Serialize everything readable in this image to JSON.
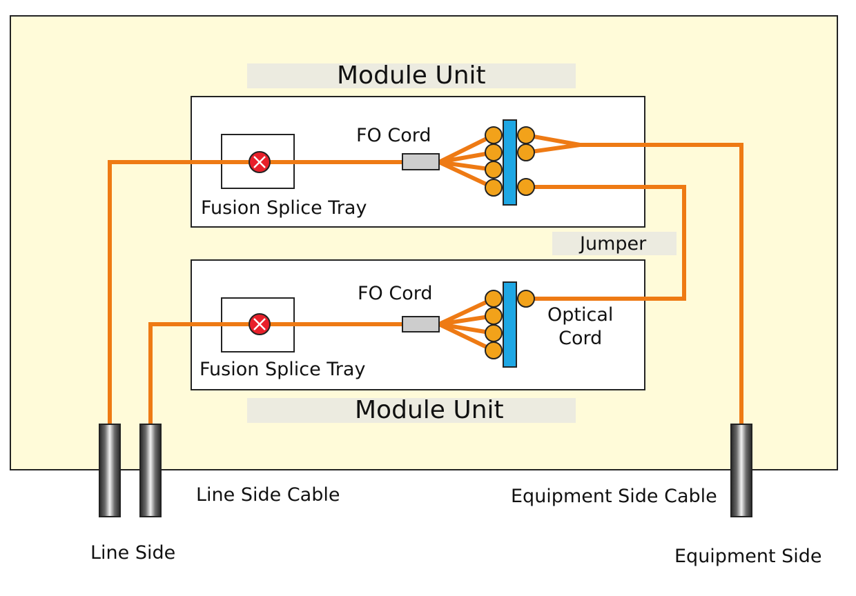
{
  "diagram": {
    "module_units": [
      {
        "title": "Module Unit",
        "tray_label": "Fusion Splice Tray",
        "cord_label": "FO Cord"
      },
      {
        "title": "Module Unit",
        "tray_label": "Fusion Splice Tray",
        "cord_label": "FO Cord"
      }
    ],
    "jumper_label": "Jumper",
    "optical_cord_label": "Optical\nCord",
    "line_side_cable_label": "Line Side Cable",
    "equipment_side_cable_label": "Equipment Side Cable",
    "line_side_label": "Line Side",
    "equipment_side_label": "Equipment Side",
    "colors": {
      "fiber": "#ee7a14",
      "connector": "#f2a21a",
      "adapter_panel": "#1ea7e4",
      "splice": "#e8202a",
      "cabinet_fill": "#fffbd9",
      "label_band": "#ecebe0"
    }
  }
}
